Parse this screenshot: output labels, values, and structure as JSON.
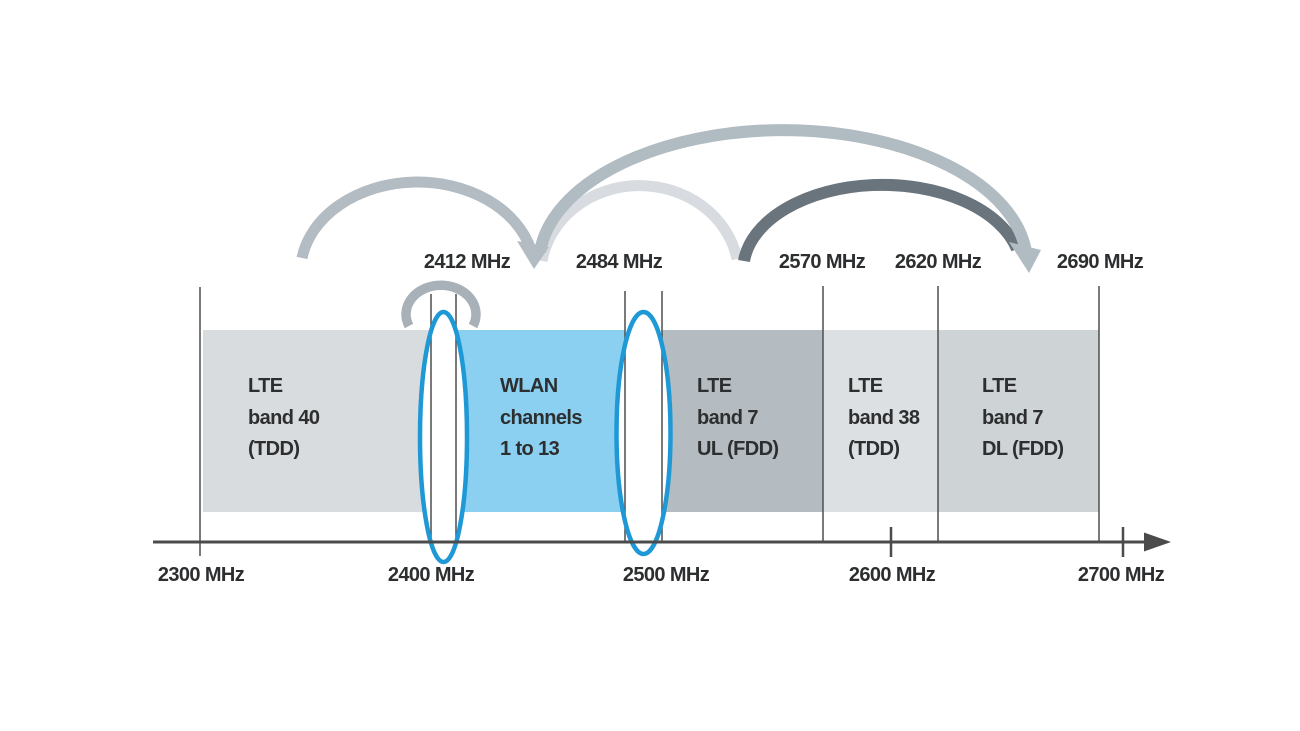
{
  "colors": {
    "background": "#ffffff",
    "axis": "#4b4b4b",
    "tick_line": "#4f4f4f",
    "text": "#2c2e2f",
    "highlight_ellipse_stroke": "#1f98d6",
    "highlight_ellipse_fill": "#ffffff"
  },
  "bands": [
    {
      "name": "lte-band-40",
      "label_lines": [
        "LTE",
        "band 40",
        "(TDD)"
      ],
      "color": "#d9dcde",
      "from_mhz": 2300,
      "to_mhz": 2400
    },
    {
      "name": "wlan",
      "label_lines": [
        "WLAN",
        "channels",
        "1 to 13"
      ],
      "color": "#8bd0f1",
      "from_mhz": 2412,
      "to_mhz": 2484
    },
    {
      "name": "lte-band-7-ul",
      "label_lines": [
        "LTE",
        "band 7",
        "UL (FDD)"
      ],
      "color": "#b4bcc1",
      "from_mhz": 2500,
      "to_mhz": 2570
    },
    {
      "name": "lte-band-38",
      "label_lines": [
        "LTE",
        "band 38",
        "(TDD)"
      ],
      "color": "#dde0e2",
      "from_mhz": 2570,
      "to_mhz": 2620
    },
    {
      "name": "lte-band-7-dl",
      "label_lines": [
        "LTE",
        "band 7",
        "DL (FDD)"
      ],
      "color": "#ced3d6",
      "from_mhz": 2620,
      "to_mhz": 2690
    }
  ],
  "top_frequency_labels": [
    "2412 MHz",
    "2484 MHz",
    "2570 MHz",
    "2620 MHz",
    "2690 MHz"
  ],
  "bottom_frequency_labels": [
    "2300 MHz",
    "2400 MHz",
    "2500 MHz",
    "2600 MHz",
    "2700 MHz"
  ],
  "axis_range_mhz": [
    2300,
    2700
  ],
  "arcs": {
    "hook": "#a8b1b8",
    "left": "#b3bcc3",
    "main": "#b1bbc2",
    "light": "#d8dce0",
    "dark": "#6a747d"
  }
}
